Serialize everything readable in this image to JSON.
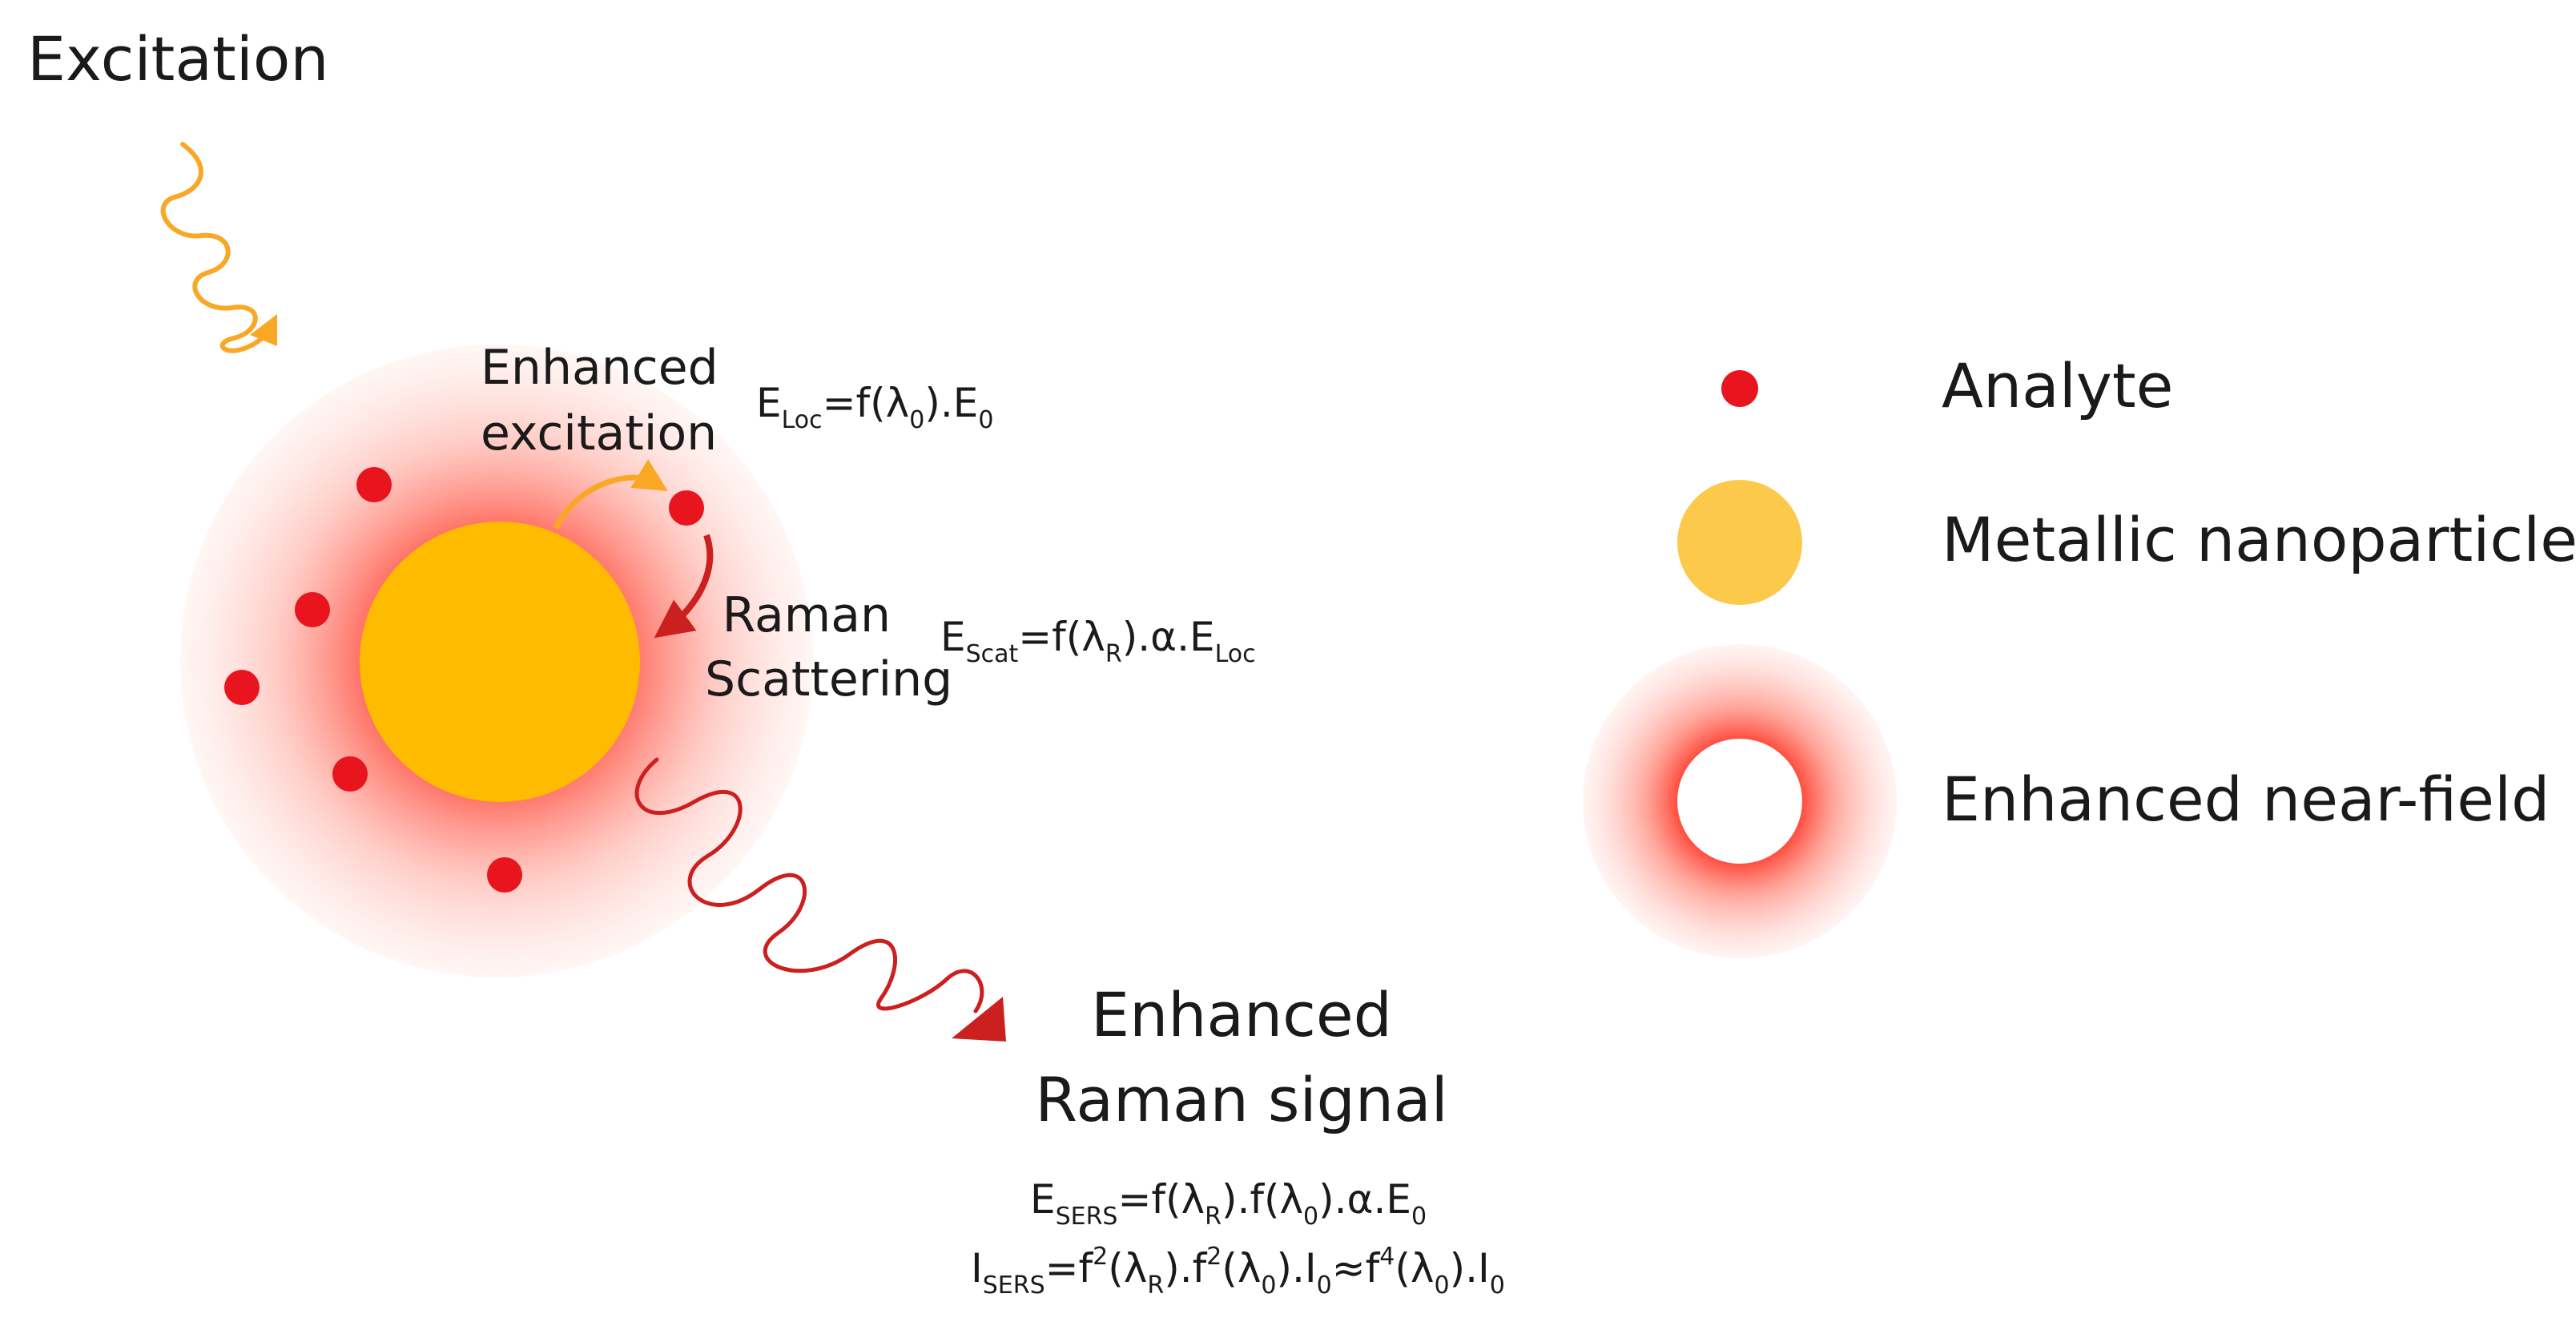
{
  "title": "Excitation",
  "labels": {
    "enhanced_excitation_line1": "Enhanced",
    "enhanced_excitation_line2": "excitation",
    "raman_scattering_line1": "Raman",
    "raman_scattering_line2": "Scattering",
    "enhanced_raman_line1": "Enhanced",
    "enhanced_raman_line2": "Raman signal"
  },
  "equations": {
    "e_loc": "ELoc=f(λ0).E0",
    "e_scat": "EScat=f(λR).α.ELoc",
    "e_sers": "ESERS=f(λR).f(λ0).α.E0",
    "i_sers": "ISERS=f2(λR).f2(λ0).I0≈f4(λ0).I0"
  },
  "legend": {
    "analyte": "Analyte",
    "nanoparticle": "Metallic nanoparticle",
    "near_field": "Enhanced near-field"
  },
  "colors": {
    "analyte": "#e8141e",
    "nanoparticle": "#ffbb00",
    "legend_nanoparticle": "#fdc94a",
    "near_field": "#ff4a3a",
    "excitation_wave": "#f9a826",
    "raman_wave": "#cc1f1f"
  }
}
